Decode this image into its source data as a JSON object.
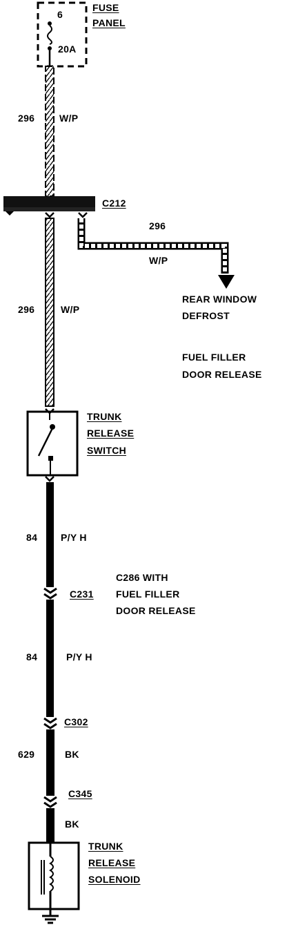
{
  "fuse": {
    "number": "6",
    "rating": "20A",
    "label_line1": "FUSE",
    "label_line2": "PANEL"
  },
  "wires": [
    {
      "circuit": "296",
      "color": "W/P"
    },
    {
      "circuit": "296",
      "color": "W/P"
    },
    {
      "circuit": "296",
      "color": "W/P"
    },
    {
      "circuit": "84",
      "color": "P/Y H"
    },
    {
      "circuit": "84",
      "color": "P/Y H"
    },
    {
      "circuit": "629",
      "color": "BK"
    },
    {
      "circuit": "",
      "color": "BK"
    }
  ],
  "connectors": {
    "c212": "C212",
    "c231": "C231",
    "c302": "C302",
    "c345": "C345"
  },
  "branch": {
    "dest_line1": "REAR WINDOW",
    "dest_line2": "DEFROST"
  },
  "note_fuel": {
    "line1": "FUEL FILLER",
    "line2": "DOOR RELEASE"
  },
  "c286_note": {
    "line1": "C286 WITH",
    "line2": "FUEL FILLER",
    "line3": "DOOR RELEASE"
  },
  "switch": {
    "line1": "TRUNK",
    "line2": "RELEASE",
    "line3": "SWITCH"
  },
  "solenoid": {
    "line1": "TRUNK",
    "line2": "RELEASE",
    "line3": "SOLENOID"
  }
}
